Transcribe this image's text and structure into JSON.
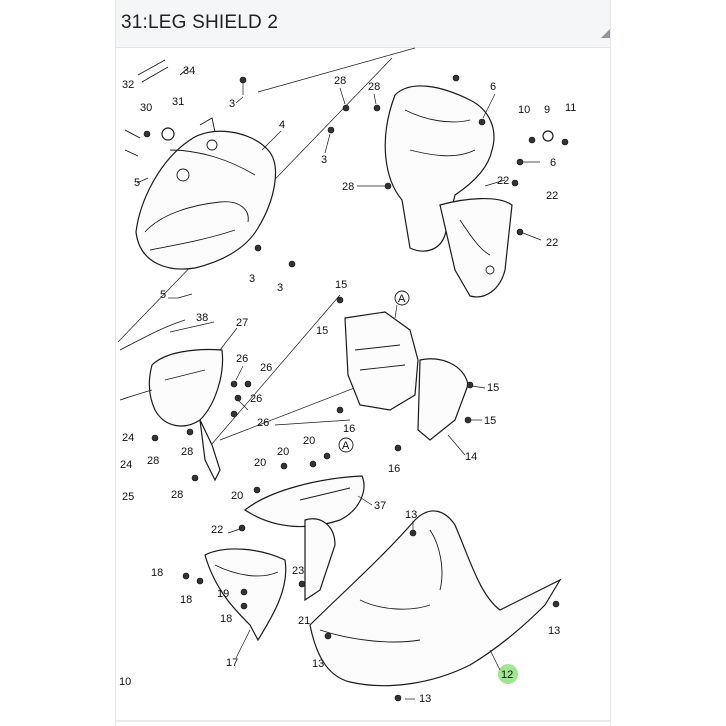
{
  "header": {
    "title": "31:LEG SHIELD 2"
  },
  "callouts": {
    "c32": "32",
    "c34": "34",
    "c30": "30",
    "c31": "31",
    "c3a": "3",
    "c4": "4",
    "c5a": "5",
    "c3b": "3",
    "c3c": "3",
    "c5b": "5",
    "c28a": "28",
    "c28b": "28",
    "c6a": "6",
    "c10": "10",
    "c9": "9",
    "c11": "11",
    "c3d": "3",
    "c6b": "6",
    "c28c": "28",
    "c22a": "22",
    "c22b": "22",
    "c22c": "22",
    "cAa": "A",
    "c38": "38",
    "c27": "27",
    "c26a": "26",
    "c26b": "26",
    "c26c": "26",
    "c26d": "26",
    "c24a": "24",
    "c28d": "28",
    "c28e": "28",
    "c24b": "24",
    "c25": "25",
    "c28f": "28",
    "c15a": "15",
    "c15b": "15",
    "c15c": "15",
    "c15d": "15",
    "c16a": "16",
    "c16b": "16",
    "c14": "14",
    "c20a": "20",
    "c20b": "20",
    "c20c": "20",
    "c20d": "20",
    "cAb": "A",
    "c37": "37",
    "c22d": "22",
    "c13a": "13",
    "c18a": "18",
    "c18b": "18",
    "c19": "19",
    "c18c": "18",
    "c17": "17",
    "c23": "23",
    "c21": "21",
    "c13b": "13",
    "c13c": "13",
    "c13d": "13",
    "c12": "12",
    "c10b": "10"
  },
  "colors": {
    "highlight": "#8fe07c",
    "header_bg": "#f4f6f8"
  }
}
